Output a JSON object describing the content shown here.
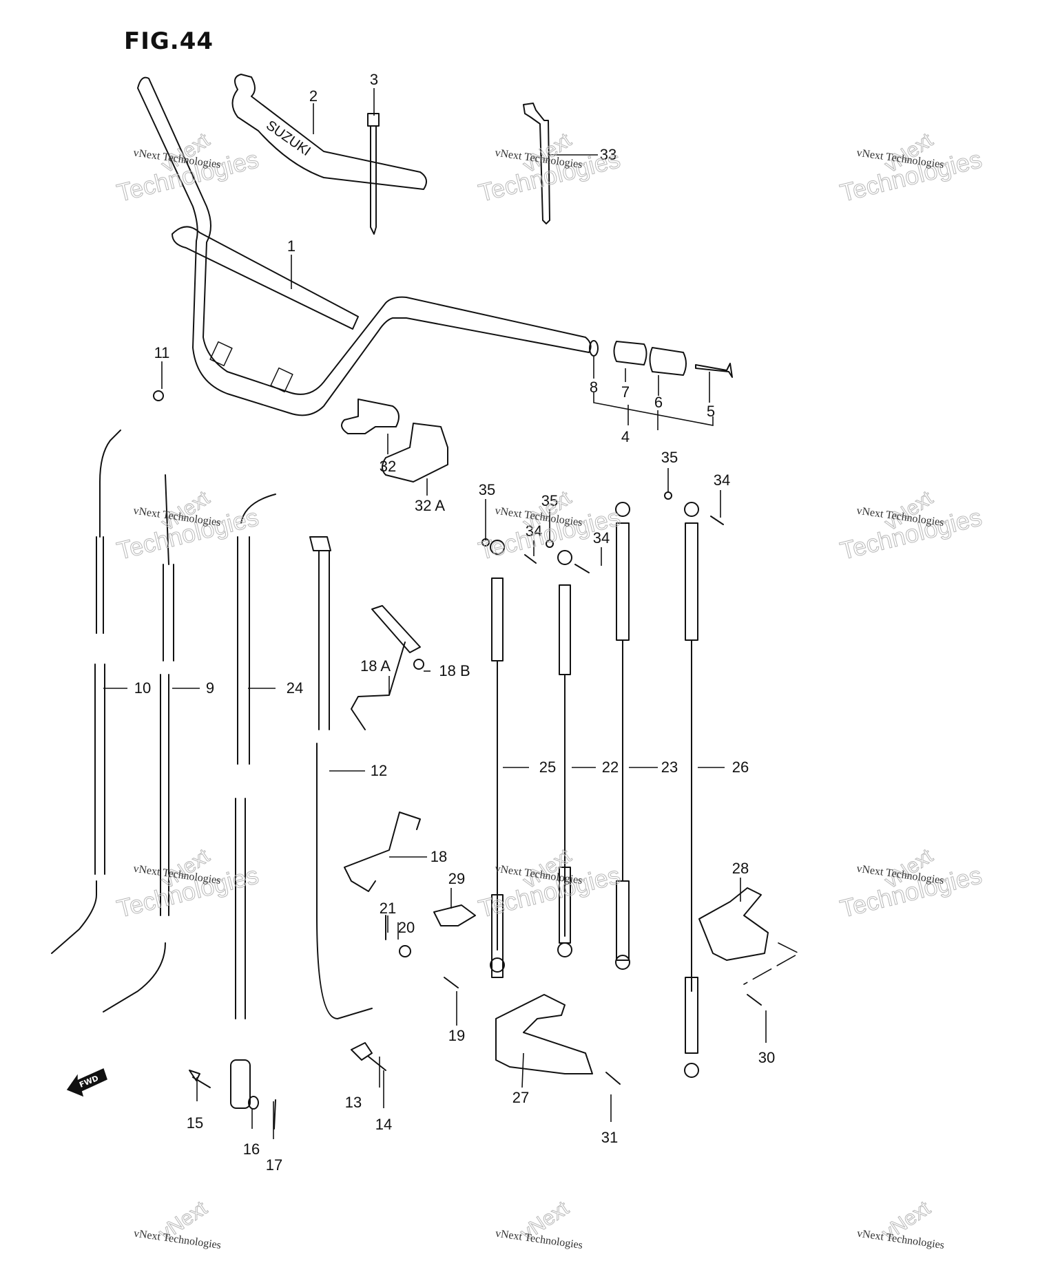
{
  "figure": {
    "title": "FIG.44",
    "brand_text": "SUZUKI",
    "direction_marker": "FWD"
  },
  "watermark": {
    "small_text": "vNext Technologies",
    "large_text_top": "vNext",
    "large_text_bottom": "Technologies"
  },
  "callouts": [
    {
      "id": "1",
      "label": "1"
    },
    {
      "id": "2",
      "label": "2"
    },
    {
      "id": "3",
      "label": "3"
    },
    {
      "id": "4",
      "label": "4"
    },
    {
      "id": "5",
      "label": "5"
    },
    {
      "id": "6",
      "label": "6"
    },
    {
      "id": "7",
      "label": "7"
    },
    {
      "id": "8",
      "label": "8"
    },
    {
      "id": "9",
      "label": "9"
    },
    {
      "id": "10",
      "label": "10"
    },
    {
      "id": "11",
      "label": "11"
    },
    {
      "id": "12",
      "label": "12"
    },
    {
      "id": "13",
      "label": "13"
    },
    {
      "id": "14",
      "label": "14"
    },
    {
      "id": "15",
      "label": "15"
    },
    {
      "id": "16",
      "label": "16"
    },
    {
      "id": "17",
      "label": "17"
    },
    {
      "id": "18",
      "label": "18"
    },
    {
      "id": "18A",
      "label": "18 A"
    },
    {
      "id": "18B",
      "label": "18 B"
    },
    {
      "id": "19",
      "label": "19"
    },
    {
      "id": "20",
      "label": "20"
    },
    {
      "id": "21",
      "label": "21"
    },
    {
      "id": "22",
      "label": "22"
    },
    {
      "id": "23",
      "label": "23"
    },
    {
      "id": "24",
      "label": "24"
    },
    {
      "id": "25",
      "label": "25"
    },
    {
      "id": "26",
      "label": "26"
    },
    {
      "id": "27",
      "label": "27"
    },
    {
      "id": "28",
      "label": "28"
    },
    {
      "id": "29",
      "label": "29"
    },
    {
      "id": "30",
      "label": "30"
    },
    {
      "id": "31",
      "label": "31"
    },
    {
      "id": "32",
      "label": "32"
    },
    {
      "id": "32A",
      "label": "32 A"
    },
    {
      "id": "33",
      "label": "33"
    },
    {
      "id": "34a",
      "label": "34"
    },
    {
      "id": "34b",
      "label": "34"
    },
    {
      "id": "34c",
      "label": "34"
    },
    {
      "id": "35a",
      "label": "35"
    },
    {
      "id": "35b",
      "label": "35"
    },
    {
      "id": "35c",
      "label": "35"
    }
  ]
}
